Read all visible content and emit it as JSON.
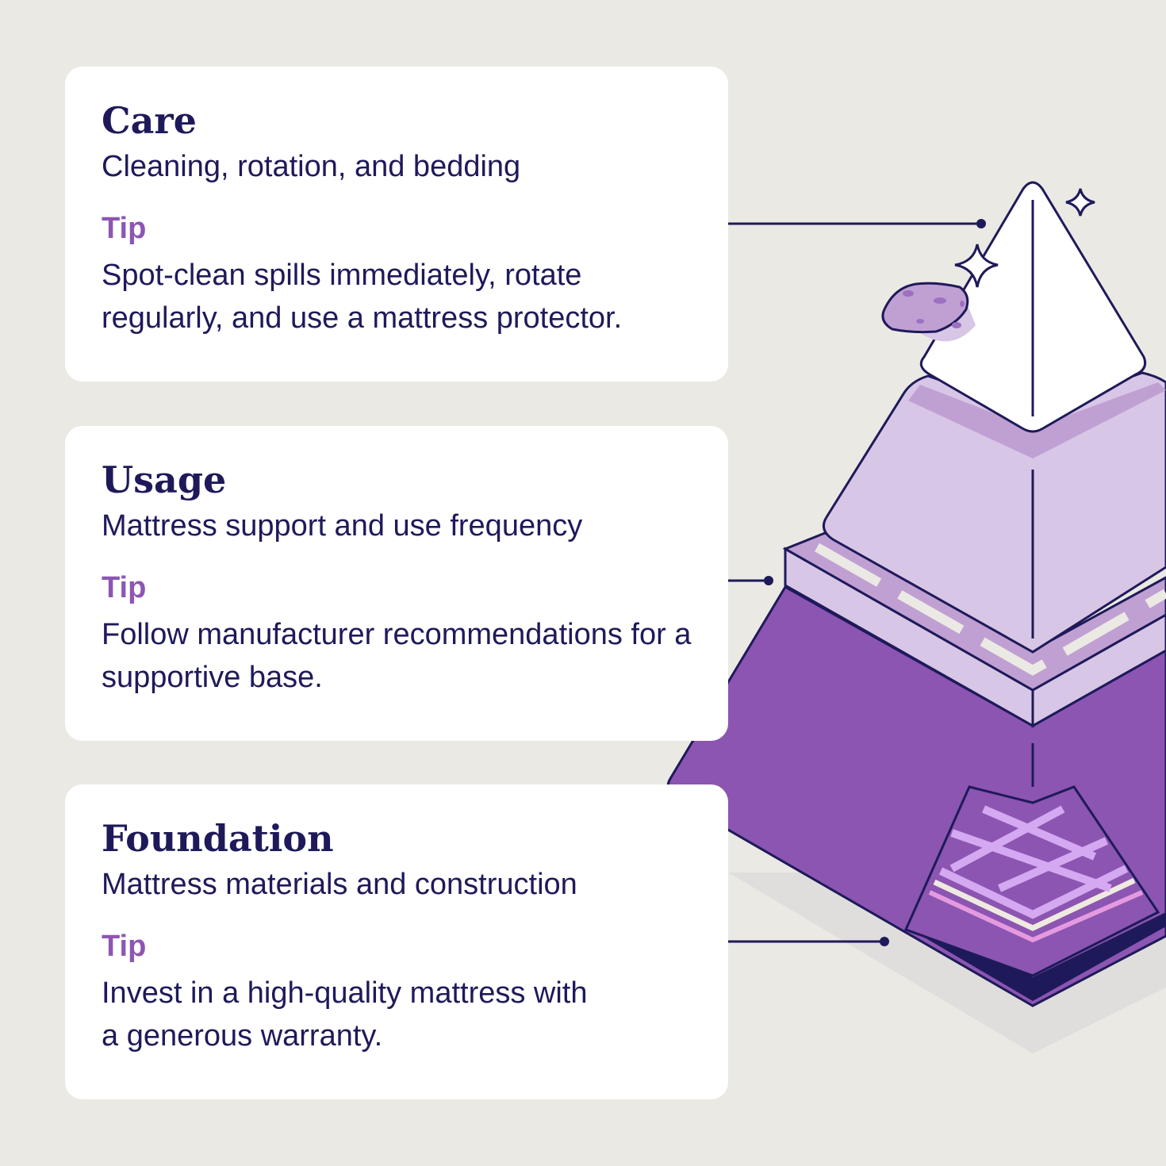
{
  "colors": {
    "background": "#ebe9e4",
    "navy": "#1e1a5a",
    "accent": "#8d56b3",
    "lavender": "#d8c6e6",
    "purple": "#8b55b1"
  },
  "sections": [
    {
      "title": "Care",
      "subtitle": "Cleaning, rotation, and bedding",
      "tip_label": "Tip",
      "tip": "Spot-clean spills immediately, rotate regularly, and use a mattress protector."
    },
    {
      "title": "Usage",
      "subtitle": "Mattress support and use frequency",
      "tip_label": "Tip",
      "tip": "Follow manufacturer recommendations for a supportive base."
    },
    {
      "title": "Foundation",
      "subtitle": "Mattress materials and construction",
      "tip_label": "Tip",
      "tip": "Invest in a high-quality mattress with a generous warranty."
    }
  ]
}
